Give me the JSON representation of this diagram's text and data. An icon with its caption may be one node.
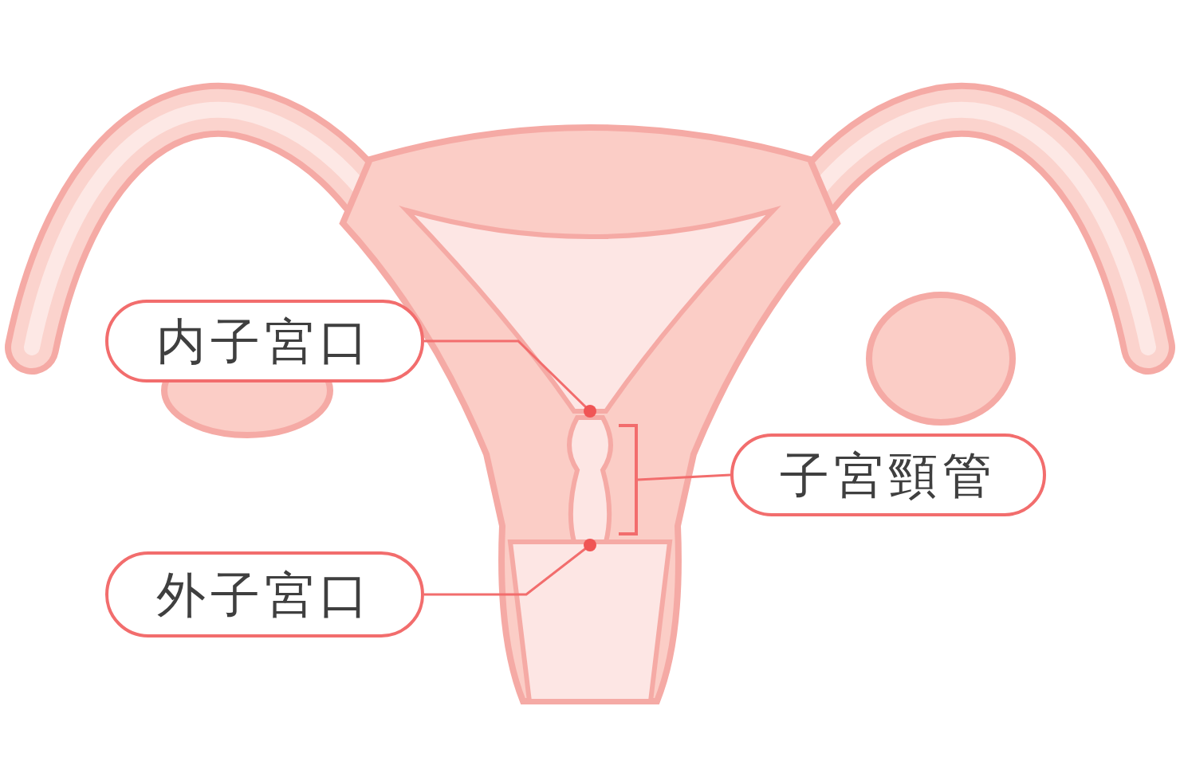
{
  "diagram": {
    "nodes": [
      {
        "text": [
          "内子宮口"
        ]
      },
      {
        "text": [],
        "shape": "circle"
      },
      {
        "text": [
          "子宮頸管"
        ]
      },
      {
        "text": [],
        "shape": "bracket"
      },
      {
        "text": [
          "外子宮口"
        ]
      },
      {
        "text": [],
        "shape": "circle"
      }
    ],
    "edges": [
      {
        "from": 0,
        "to": 1,
        "arrow": "none"
      },
      {
        "from": 2,
        "to": 3,
        "arrow": "none"
      },
      {
        "from": 4,
        "to": 5,
        "arrow": "none"
      }
    ]
  }
}
